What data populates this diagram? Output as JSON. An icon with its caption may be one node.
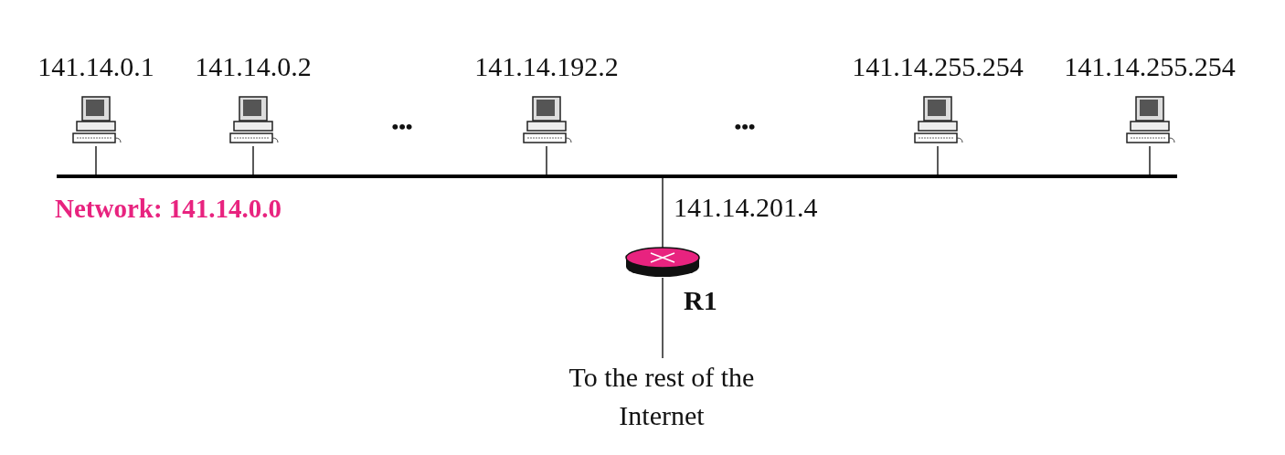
{
  "diagram": {
    "nodes": [
      {
        "text": [],
        "shape": "computer",
        "beside": [
          "141.14.0.1"
        ]
      },
      {
        "text": [],
        "shape": "computer",
        "beside": [
          "141.14.0.2"
        ]
      },
      {
        "text": [],
        "shape": "computer",
        "beside": [
          "141.14.192.2"
        ]
      },
      {
        "text": [],
        "shape": "computer",
        "beside": [
          "141.14.255.254"
        ]
      },
      {
        "text": [],
        "shape": "computer",
        "beside": [
          "141.14.255.254"
        ]
      },
      {
        "text": [],
        "shape": "bar",
        "beside": [
          "Network: 141.14.0.0"
        ]
      },
      {
        "text": [
          "R1"
        ],
        "beside": [
          "141.14.201.4"
        ]
      },
      {
        "text": [
          "To the rest of the Internet"
        ]
      }
    ],
    "edges": [
      {
        "from": 0,
        "to": 5,
        "arrow": "none"
      },
      {
        "from": 1,
        "to": 5,
        "arrow": "none"
      },
      {
        "from": 2,
        "to": 5,
        "arrow": "none"
      },
      {
        "from": 3,
        "to": 5,
        "arrow": "none"
      },
      {
        "from": 4,
        "to": 5,
        "arrow": "none"
      },
      {
        "from": 5,
        "to": 6,
        "arrow": "none"
      },
      {
        "from": 6,
        "to": 7,
        "arrow": "none"
      }
    ],
    "labels": [
      "•••",
      "•••"
    ]
  }
}
